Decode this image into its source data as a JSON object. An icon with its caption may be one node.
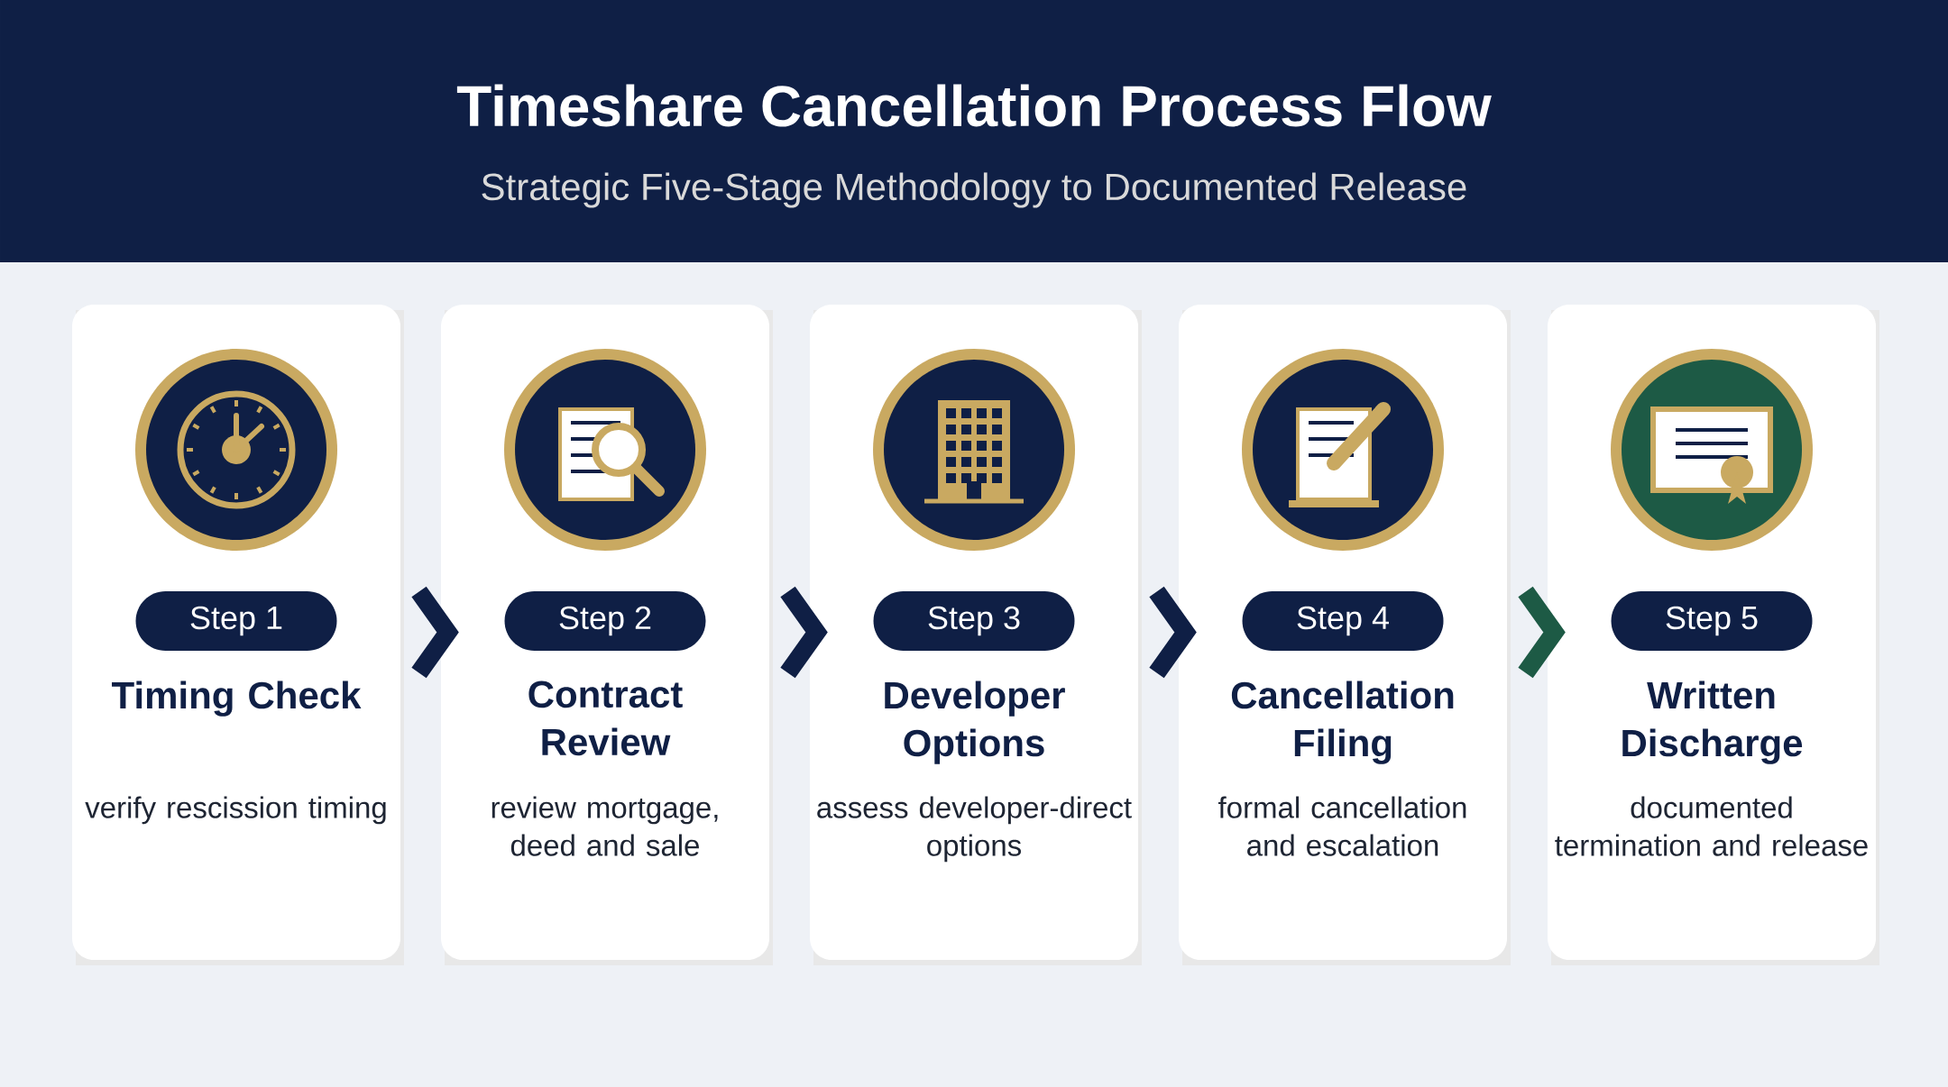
{
  "diagram": {
    "title": "Timeshare Cancellation Process Flow",
    "nodes": [
      {
        "text": [
          "Step 1",
          "Timing Check",
          "verify rescission timing"
        ]
      },
      {
        "text": [
          "Step 2",
          "Contract Review",
          "review mortgage, deed and sale"
        ]
      },
      {
        "text": [
          "Step 3",
          "Developer Options",
          "assess developer-direct options"
        ]
      },
      {
        "text": [
          "Step 4",
          "Cancellation Filing",
          "formal cancellation and escalation"
        ]
      },
      {
        "text": [
          "Step 5",
          "Written Discharge",
          "documented termination and release"
        ]
      }
    ],
    "edges": [
      {
        "from": 0,
        "to": 1,
        "arrow": "to"
      },
      {
        "from": 1,
        "to": 2,
        "arrow": "to"
      },
      {
        "from": 2,
        "to": 3,
        "arrow": "to"
      },
      {
        "from": 3,
        "to": 4,
        "arrow": "to",
        "color": "#1d5a45"
      }
    ],
    "labels": [
      "Strategic Five-Stage Methodology to Documented Release"
    ]
  }
}
